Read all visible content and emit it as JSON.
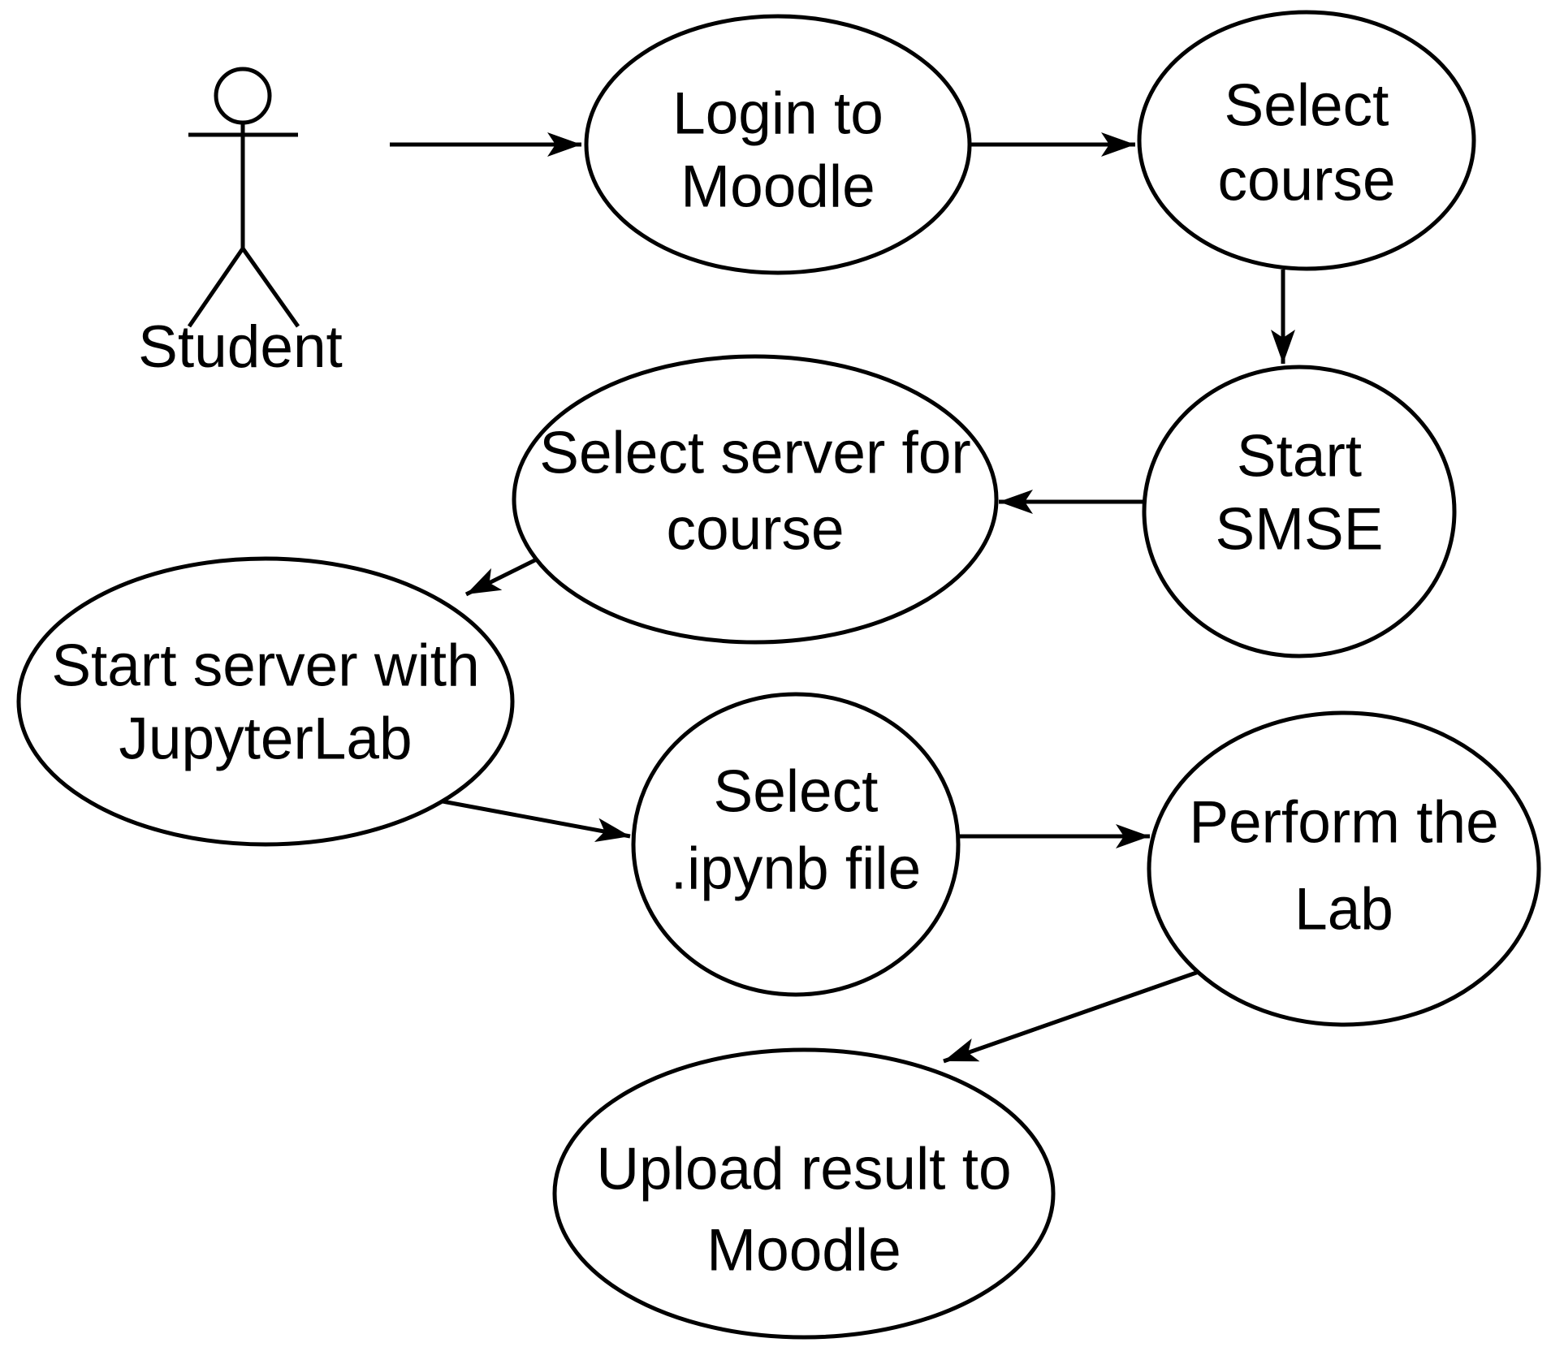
{
  "diagram": {
    "type": "use-case-flow",
    "background_color": "#ffffff",
    "stroke_color": "#000000",
    "text_color": "#000000"
  },
  "actor": {
    "label": "Student"
  },
  "nodes": [
    {
      "id": "login-to-moodle",
      "lines": [
        "Login to",
        "Moodle"
      ]
    },
    {
      "id": "select-course",
      "lines": [
        "Select",
        "course"
      ]
    },
    {
      "id": "start-smse",
      "lines": [
        "Start",
        "SMSE"
      ]
    },
    {
      "id": "select-server-for-course",
      "lines": [
        "Select server for",
        "course"
      ]
    },
    {
      "id": "start-server-with-jupyterlab",
      "lines": [
        "Start server with",
        "JupyterLab"
      ]
    },
    {
      "id": "select-ipynb-file",
      "lines": [
        "Select",
        ".ipynb file"
      ]
    },
    {
      "id": "perform-the-lab",
      "lines": [
        "Perform the",
        "Lab"
      ]
    },
    {
      "id": "upload-result-to-moodle",
      "lines": [
        "Upload result to",
        "Moodle"
      ]
    }
  ],
  "edges": [
    {
      "from": "student",
      "to": "login-to-moodle"
    },
    {
      "from": "login-to-moodle",
      "to": "select-course"
    },
    {
      "from": "select-course",
      "to": "start-smse"
    },
    {
      "from": "start-smse",
      "to": "select-server-for-course"
    },
    {
      "from": "select-server-for-course",
      "to": "start-server-with-jupyterlab"
    },
    {
      "from": "start-server-with-jupyterlab",
      "to": "select-ipynb-file"
    },
    {
      "from": "select-ipynb-file",
      "to": "perform-the-lab"
    },
    {
      "from": "perform-the-lab",
      "to": "upload-result-to-moodle"
    }
  ]
}
